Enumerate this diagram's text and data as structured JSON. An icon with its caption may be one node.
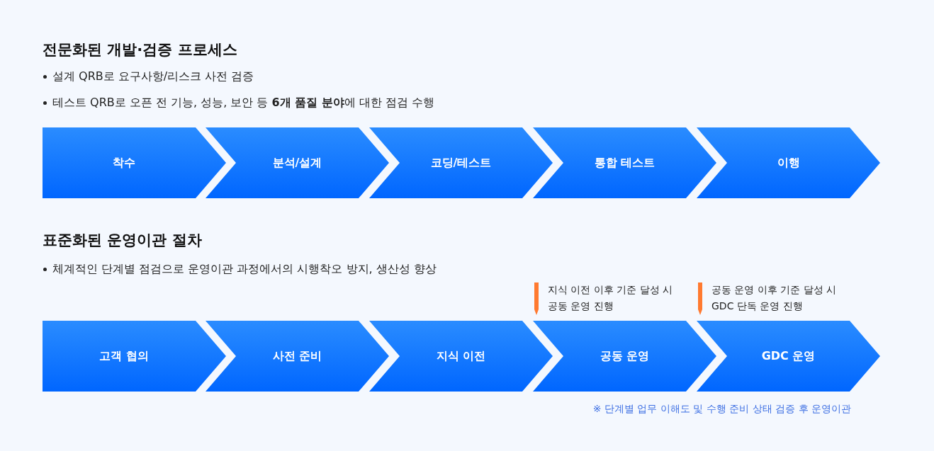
{
  "diagram": {
    "nodes": [
      {
        "text": [
          "착수"
        ]
      },
      {
        "text": [
          "분석/설계"
        ]
      },
      {
        "text": [
          "코딩/테스트"
        ]
      },
      {
        "text": [
          "통합 테스트"
        ]
      },
      {
        "text": [
          "이행"
        ]
      },
      {
        "text": [
          "고객 협의"
        ]
      },
      {
        "text": [
          "사전 준비"
        ]
      },
      {
        "text": [
          "지식 이전"
        ]
      },
      {
        "text": [
          "공동 운영"
        ],
        "beside": [
          "지식 이전 이후 기준 달성 시 공동 운영 진행"
        ]
      },
      {
        "text": [
          "GDC 운영"
        ],
        "beside": [
          "공동 운영 이후 기준 달성 시 GDC 단독 운영 진행"
        ]
      }
    ],
    "labels": [
      "전문화된 개발·검증 프로세스",
      "설계 QRB로 요구사항/리스크 사전 검증",
      "테스트 QRB로 오픈 전 기능, 성능, 보안 등 **6개 품질 분야**에 대한 점검 수행",
      "표준화된 운영이관 절차",
      "체계적인 단계별 점검으로 운영이관 과정에서의 시행착오 방지, 생산성 향상",
      "※ 단계별 업무 이해도 및 수행 준비 상태 검증 후 운영이관"
    ]
  }
}
